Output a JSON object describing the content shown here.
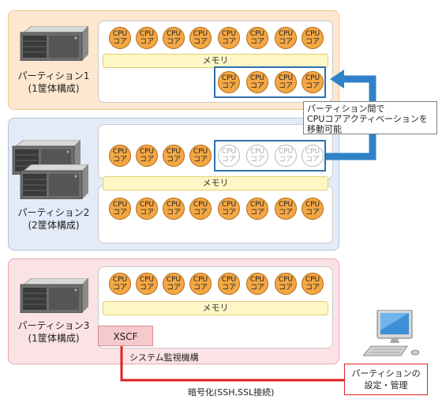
{
  "cpu_label": {
    "line1": "CPU",
    "line2": "コア"
  },
  "memory_label": "メモリ",
  "partitions": [
    {
      "name": "パーティション1",
      "chassis": "(1筐体構成)"
    },
    {
      "name": "パーティション2",
      "chassis": "(2筐体構成)"
    },
    {
      "name": "パーティション3",
      "chassis": "(1筐体構成)"
    }
  ],
  "callout": {
    "line1": "パーティション間で",
    "line2": "CPUコアアクティベーションを",
    "line3": "移動可能"
  },
  "xscf": "XSCF",
  "system_monitor": "システム監視機構",
  "encrypted_link": "暗号化(SSH,SSL接続)",
  "management_terminal": {
    "line1": "パーティションの",
    "line2": "設定・管理"
  },
  "colors": {
    "cpu_active": "#f3a745",
    "highlight": "#2f6fae",
    "link": "#e02020"
  }
}
